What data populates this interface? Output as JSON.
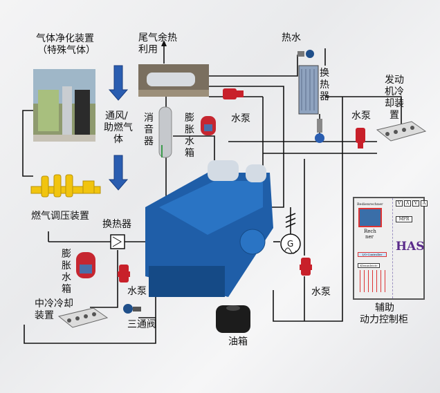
{
  "labels": {
    "gas_purification": "气体净化装置",
    "special_gas": "（特殊气体）",
    "exhaust_heat_line1": "尾气余热",
    "exhaust_heat_line2": "利用",
    "ventilation_line1": "通风/",
    "ventilation_line2": "助燃气",
    "ventilation_line3": "体",
    "silencer": "消音器",
    "expansion_tank_top": "膨胀水箱",
    "water_pump_top": "水泵",
    "hot_water": "热水",
    "heat_exchanger_right": "换热器",
    "water_pump_right": "水泵",
    "engine_cooler_line1": "发动",
    "engine_cooler_line2": "机冷",
    "engine_cooler_line3": "却装",
    "engine_cooler_line4": "置",
    "gas_regulator": "燃气调压装置",
    "heat_exchanger_left": "换热器",
    "expansion_tank_left": "膨胀水箱",
    "water_pump_left": "水泵",
    "intercooler_line1": "中冷冷却",
    "intercooler_line2": "装置",
    "three_way_valve": "三通阀",
    "oil_tank": "油箱",
    "water_pump_bottom": "水泵",
    "generator": "G",
    "cabinet_line1": "辅助",
    "cabinet_line2": "动力控制柜"
  },
  "cabinet": {
    "bedienrechner": "Bedienrechner",
    "meters": [
      "V",
      "A",
      "V",
      "A"
    ],
    "mfr": "MFR",
    "rechner_line1": "Rech",
    "rechner_line2": "ner",
    "io": "I/O-Controller",
    "klemmleiste": "Klemmleiste",
    "has": "HAS"
  },
  "colors": {
    "pipe": "#111111",
    "arrow": "#2a5db0",
    "pump": "#c8202a",
    "engine": "#1f5ea8",
    "text_has": "#5a2a8a"
  }
}
